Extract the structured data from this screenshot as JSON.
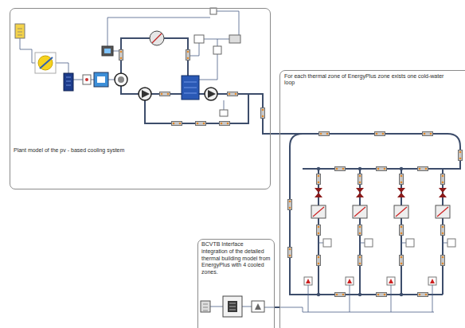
{
  "diagram": {
    "nodes": [
      {
        "text": [
          "Plant model of the pv - based cooling system"
        ]
      },
      {
        "text": [
          "For each thermal zone of EnergyPlus zone exists one cold-water loop"
        ]
      },
      {
        "text": [
          "BCVTB Interface",
          "integration of the detailed thermal building model from EnergyPlus with 4 cooled zones."
        ]
      }
    ],
    "edges": [
      {
        "from": 0,
        "to": 1,
        "arrow": "none"
      },
      {
        "from": 2,
        "to": 1,
        "arrow": "none"
      }
    ]
  }
}
